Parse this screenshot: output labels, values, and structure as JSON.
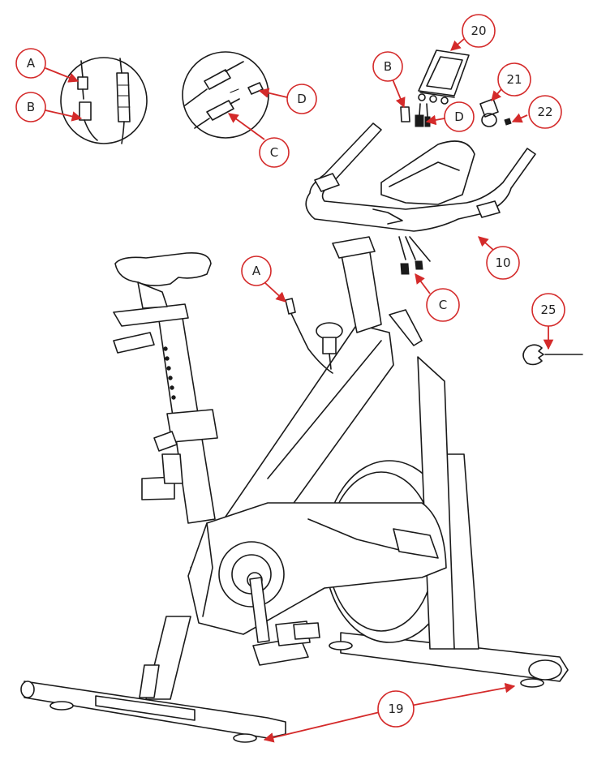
{
  "colors": {
    "callout": "#d42a2a",
    "line": "#1a1a1a",
    "background": "#ffffff"
  },
  "callouts": {
    "detail1_a": "A",
    "detail1_b": "B",
    "detail2_d": "D",
    "detail2_c": "C",
    "console_20": "20",
    "console_b": "B",
    "console_d": "D",
    "part_21": "21",
    "part_22": "22",
    "handlebar_10": "10",
    "cable_c": "C",
    "cable_a": "A",
    "wrench_25": "25",
    "feet_19": "19"
  },
  "icons": {
    "detail1": "cable-connector-detail-icon",
    "detail2": "plug-connector-detail-icon",
    "console": "console-display-icon",
    "bracket": "mounting-bracket-icon",
    "screw": "screw-icon",
    "wrench": "allen-wrench-icon",
    "bike": "exercise-bike-drawing"
  }
}
